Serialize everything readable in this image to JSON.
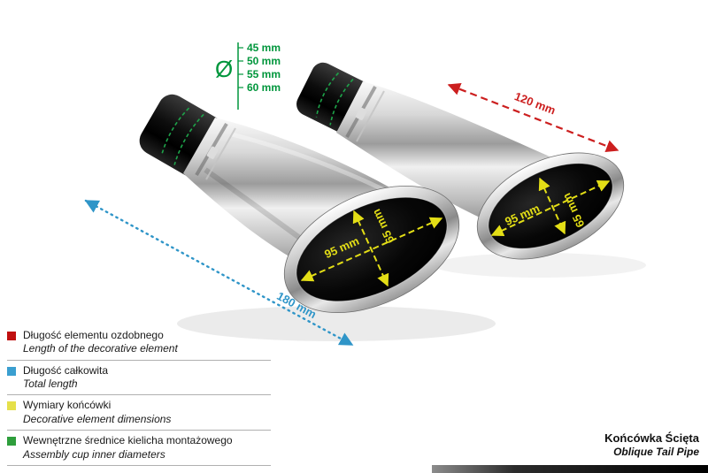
{
  "annotations": {
    "diameter": {
      "symbol": "Ø",
      "values": [
        "45 mm",
        "50 mm",
        "55 mm",
        "60 mm"
      ],
      "color": "#00963c"
    },
    "decorative_length": {
      "label": "120 mm",
      "color": "#cc1f1f"
    },
    "total_length": {
      "label": "180 mm",
      "color": "#2f95c8"
    },
    "tip": {
      "width": "95 mm",
      "height": "65 mm",
      "color": "#e3de16"
    }
  },
  "legend": [
    {
      "color": "#c01010",
      "pl": "Długość elementu ozdobnego",
      "en": "Length of the decorative element"
    },
    {
      "color": "#3a9fd0",
      "pl": "Długość całkowita",
      "en": "Total length"
    },
    {
      "color": "#e5e04a",
      "pl": "Wymiary końcówki",
      "en": "Decorative element dimensions"
    },
    {
      "color": "#2e9e3c",
      "pl": "Wewnętrzne średnice kielicha montażowego",
      "en": "Assembly cup inner diameters"
    }
  ],
  "footer": {
    "pl": "Końcówka Ścięta",
    "en": "Oblique Tail Pipe"
  }
}
